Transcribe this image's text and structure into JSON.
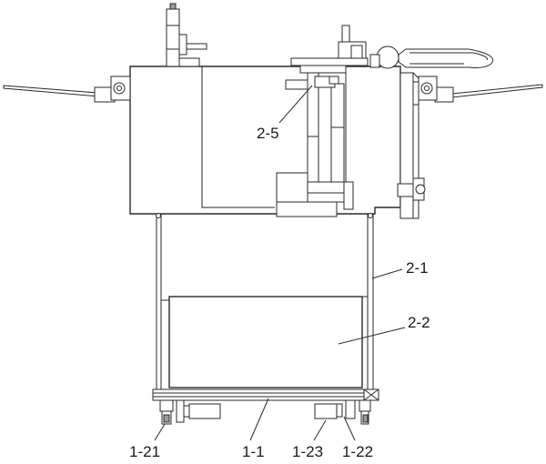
{
  "drawing": {
    "labels": {
      "l_2_5": "2-5",
      "l_2_1": "2-1",
      "l_2_2": "2-2",
      "l_1_21": "1-21",
      "l_1_1": "1-1",
      "l_1_23": "1-23",
      "l_1_22": "1-22"
    },
    "colors": {
      "line": "#2a2a2a",
      "background": "#ffffff"
    }
  }
}
